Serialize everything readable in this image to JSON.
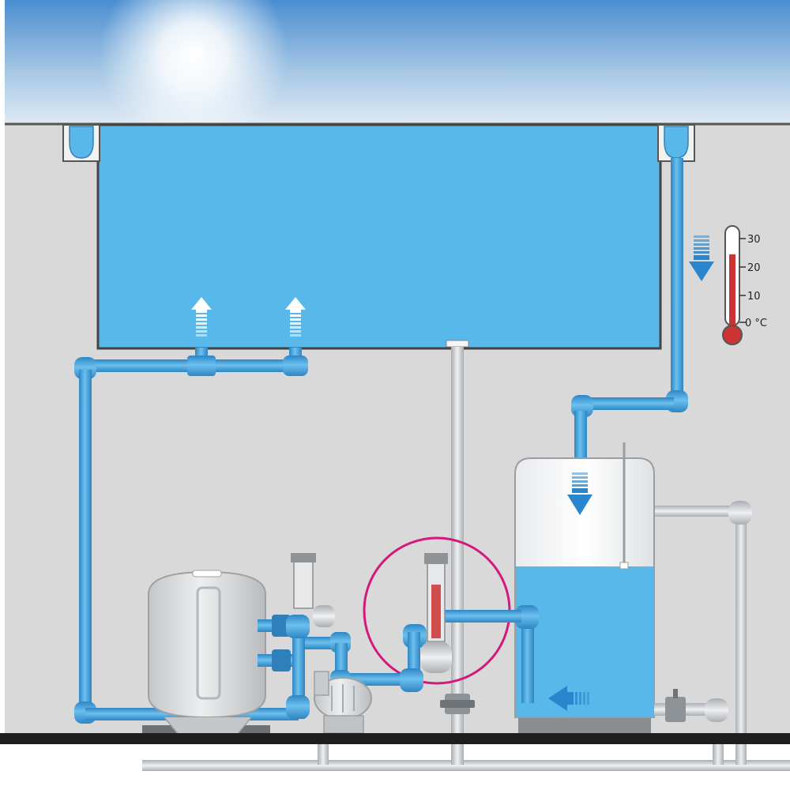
{
  "thermometer": {
    "ticks": [
      "30",
      "20",
      "10",
      "0 °C"
    ]
  },
  "colors": {
    "water": "#58b8ea",
    "pipe_blue": "#3d98d4",
    "pipe_grey": "#c8ccd0",
    "background": "#d9d9d9",
    "sky_top": "#3b7fc8",
    "sky_bottom": "#d8e8f4",
    "highlight_ring": "#d4197a",
    "mercury": "#cc3333"
  },
  "icons": {
    "flow_up": "arrow-up-icon",
    "flow_down": "arrow-down-icon",
    "flow_left": "arrow-left-icon"
  }
}
